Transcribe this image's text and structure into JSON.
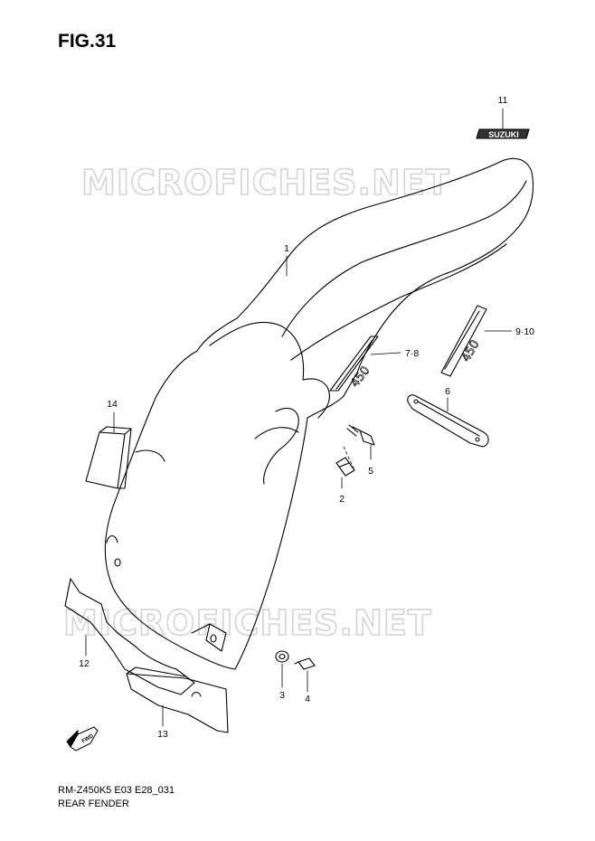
{
  "figure": {
    "title": "FIG.31"
  },
  "watermark": {
    "text": "MICROFICHES.NET",
    "color": "#d4d4d4"
  },
  "callouts": {
    "c1": "1",
    "c2": "2",
    "c3": "3",
    "c4": "4",
    "c5": "5",
    "c6": "6",
    "c78": "7·8",
    "c910": "9·10",
    "c11": "11",
    "c12": "12",
    "c13": "13",
    "c14": "14"
  },
  "emblems": {
    "suzuki": "SUZUKI",
    "model_badge": "450"
  },
  "direction_arrow": {
    "label": "FWD",
    "icon": "fwd-arrow-icon"
  },
  "caption": {
    "code": "RM-Z450K5 E03 E28_031",
    "name": "REAR FENDER"
  }
}
